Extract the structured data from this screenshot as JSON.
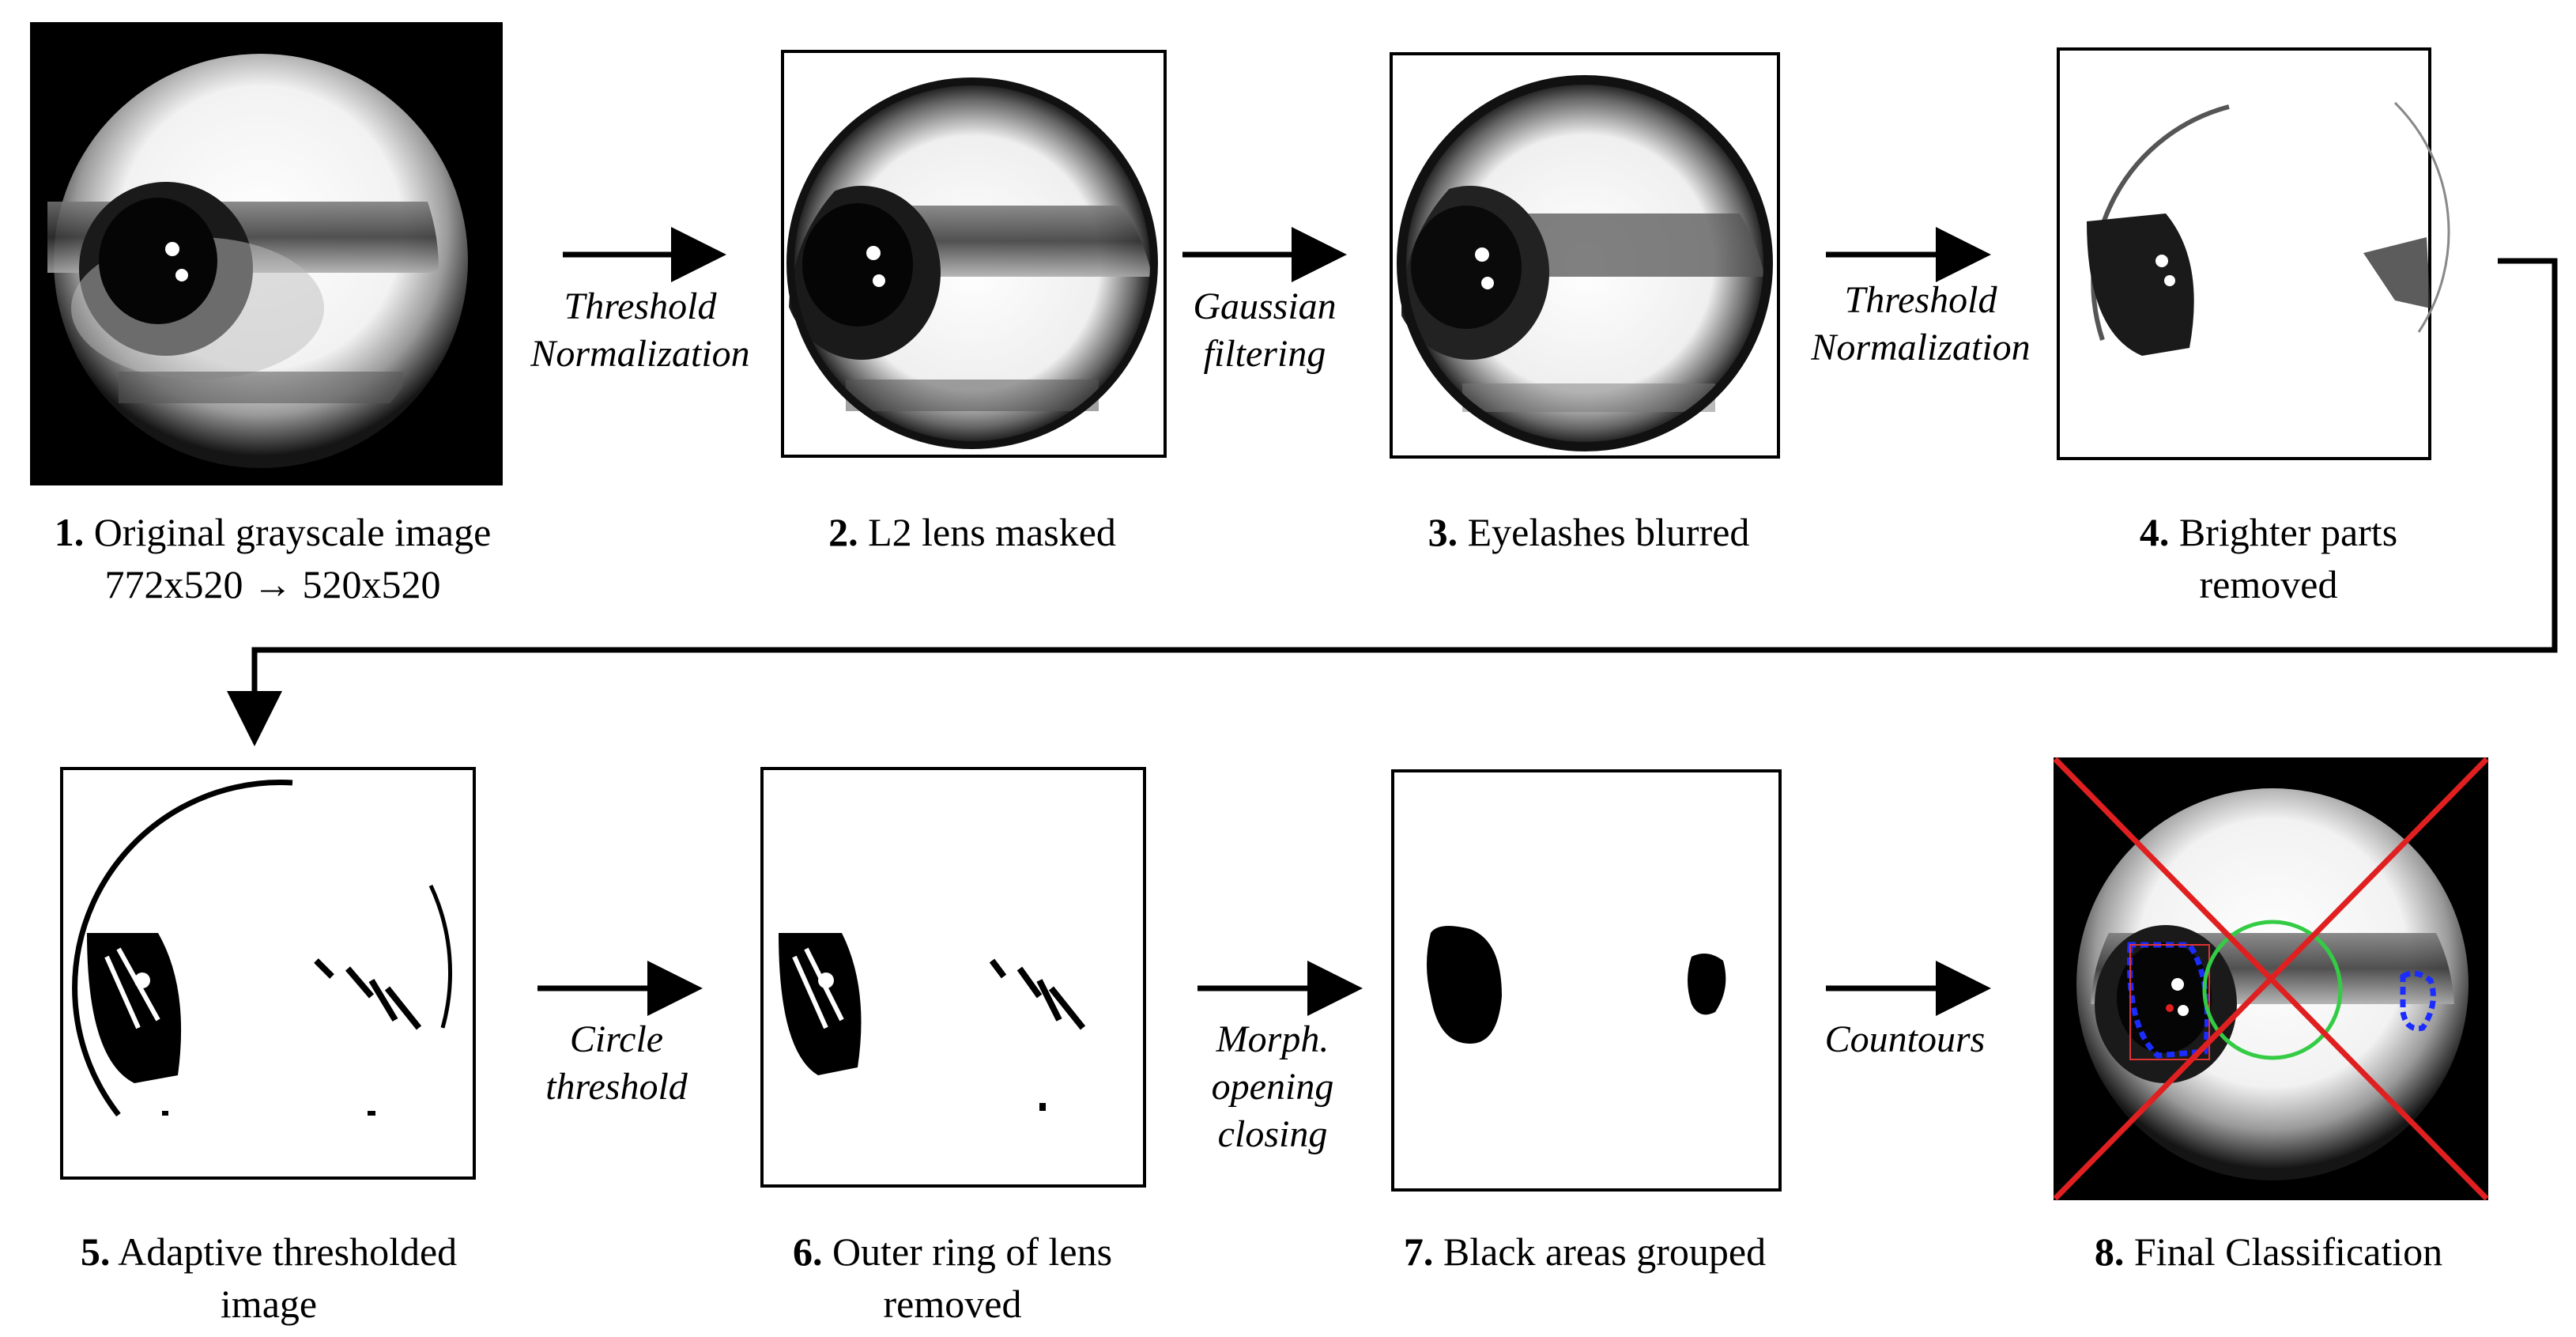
{
  "steps": [
    {
      "num": "1.",
      "lines": [
        "Original grayscale image",
        "772x520 → 520x520"
      ]
    },
    {
      "num": "2.",
      "lines": [
        "L2 lens masked"
      ]
    },
    {
      "num": "3.",
      "lines": [
        "Eyelashes blurred"
      ]
    },
    {
      "num": "4.",
      "lines": [
        "Brighter parts",
        "removed"
      ]
    },
    {
      "num": "5.",
      "lines": [
        "Adaptive thresholded",
        "image"
      ]
    },
    {
      "num": "6.",
      "lines": [
        "Outer ring of lens",
        "removed"
      ]
    },
    {
      "num": "7.",
      "lines": [
        "Black areas grouped"
      ]
    },
    {
      "num": "8.",
      "lines": [
        "Final Classification"
      ]
    }
  ],
  "arrows": [
    {
      "lines": [
        "Threshold",
        "Normalization"
      ]
    },
    {
      "lines": [
        "Gaussian",
        "filtering"
      ]
    },
    {
      "lines": [
        "Threshold",
        "Normalization"
      ]
    },
    {
      "lines": [
        "Circle",
        "threshold"
      ]
    },
    {
      "lines": [
        "Morph.",
        "opening",
        "closing"
      ]
    },
    {
      "lines": [
        "Countours"
      ]
    }
  ],
  "colors": {
    "mark_red": "#e02020",
    "contour_blue": "#1a2cff",
    "circle_green": "#33cc44",
    "stroke": "#000000"
  }
}
